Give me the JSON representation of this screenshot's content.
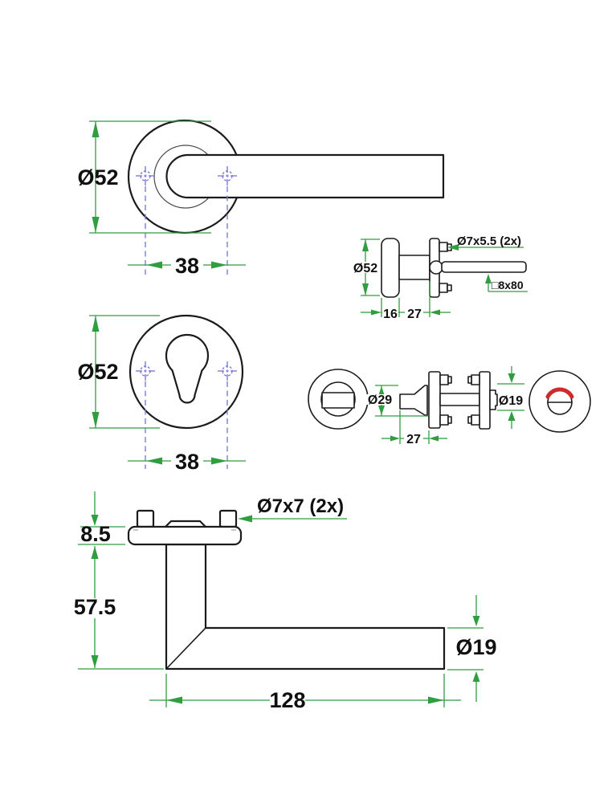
{
  "title": "Lever handle technical drawing",
  "colors": {
    "outline": "#1b1b1b",
    "dimension_green": "#2f9e3f",
    "centerline_blue": "#7b7be0",
    "indicator_red": "#cf2b2b",
    "background": "#ffffff"
  },
  "views": {
    "lever_front": {
      "rose_diameter": "Ø52",
      "fixing_spacing": "38"
    },
    "rose_side": {
      "rose_diameter": "Ø52",
      "rose_thickness": "16",
      "neck_projection": "27",
      "screw_spec": "Ø7x5.5 (2x)",
      "spindle_spec": "□8x80"
    },
    "escutcheon_front": {
      "rose_diameter": "Ø52",
      "fixing_spacing": "38"
    },
    "wc_turn_set": {
      "knob_diameter": "Ø29",
      "projection": "27",
      "indicator_diameter": "Ø19"
    },
    "lever_side": {
      "plate_thickness": "8.5",
      "neck_height": "57.5",
      "screw_spec": "Ø7x7 (2x)",
      "bar_diameter": "Ø19",
      "lever_length": "128"
    }
  }
}
